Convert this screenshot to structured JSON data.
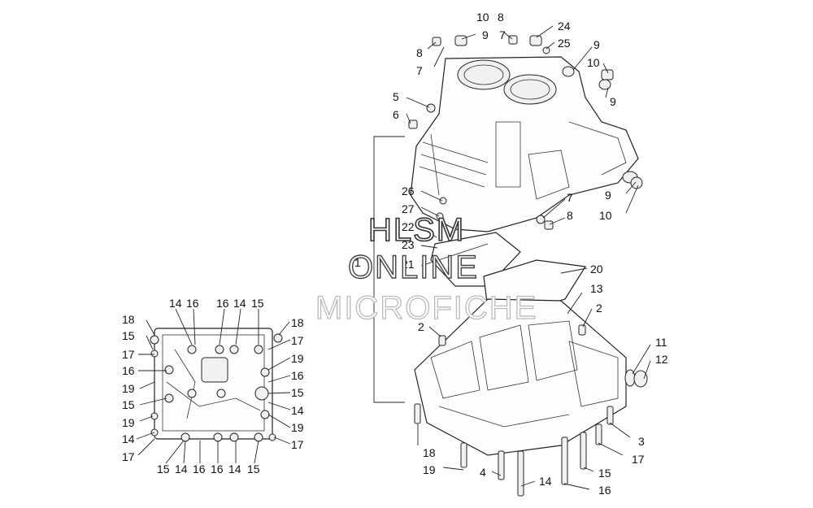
{
  "watermark": {
    "line1": "HLSM",
    "line2": "ONLINE",
    "line3": "MICROFICHE"
  },
  "labels": {
    "l1": "1",
    "l2a": "2",
    "l2b": "2",
    "l3": "3",
    "l4": "4",
    "l5": "5",
    "l6": "6",
    "l7a": "7",
    "l7b": "7",
    "l7c": "7",
    "l8a": "8",
    "l8b": "8",
    "l8c": "8",
    "l9a": "9",
    "l9b": "9",
    "l9c": "9",
    "l9d": "9",
    "l10a": "10",
    "l10b": "10",
    "l10c": "10",
    "l11": "11",
    "l12": "12",
    "l13": "13",
    "l14a": "14",
    "l14b": "14",
    "l14c": "14",
    "l14d": "14",
    "l14e": "14",
    "l14f": "14",
    "l14g": "14",
    "l15a": "15",
    "l15b": "15",
    "l15c": "15",
    "l15d": "15",
    "l15e": "15",
    "l15f": "15",
    "l15g": "15",
    "l16a": "16",
    "l16b": "16",
    "l16c": "16",
    "l16d": "16",
    "l16e": "16",
    "l16f": "16",
    "l17a": "17",
    "l17b": "17",
    "l17c": "17",
    "l17d": "17",
    "l17e": "17",
    "l18a": "18",
    "l18b": "18",
    "l18c": "18",
    "l19a": "19",
    "l19b": "19",
    "l19c": "19",
    "l19d": "19",
    "l19e": "19",
    "l20": "20",
    "l21": "21",
    "l22": "22",
    "l23": "23",
    "l24": "24",
    "l25": "25",
    "l26": "26",
    "l27": "27"
  }
}
